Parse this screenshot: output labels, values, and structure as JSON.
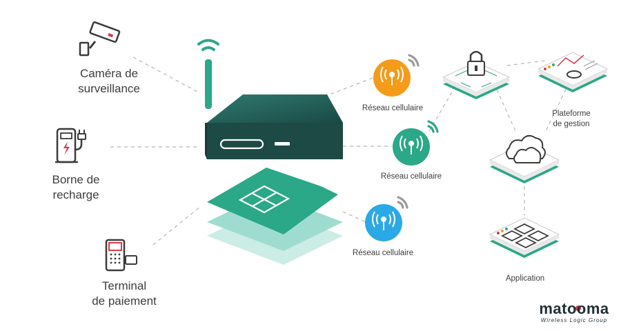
{
  "devices": [
    {
      "label_lines": [
        "Caméra de",
        "surveillance"
      ],
      "icon": "security-camera-icon"
    },
    {
      "label_lines": [
        "Borne de",
        "recharge"
      ],
      "icon": "ev-charger-icon"
    },
    {
      "label_lines": [
        "Terminal",
        "de paiement"
      ],
      "icon": "payment-terminal-icon"
    }
  ],
  "networks": [
    {
      "label": "Réseau cellulaire",
      "color": "#f59b1a"
    },
    {
      "label": "Réseau cellulaire",
      "color": "#2aa887"
    },
    {
      "label": "Réseau cellulaire",
      "color": "#2ba9e6"
    }
  ],
  "platform": {
    "label_lines": [
      "Plateforme",
      "de gestion"
    ]
  },
  "application": {
    "label": "Application"
  },
  "logo": {
    "name": "matooma",
    "tagline": "Wireless Logic Group"
  },
  "colors": {
    "teal": "#2aa887",
    "router_dark": "#1e4a45",
    "red": "#d63a4a"
  }
}
